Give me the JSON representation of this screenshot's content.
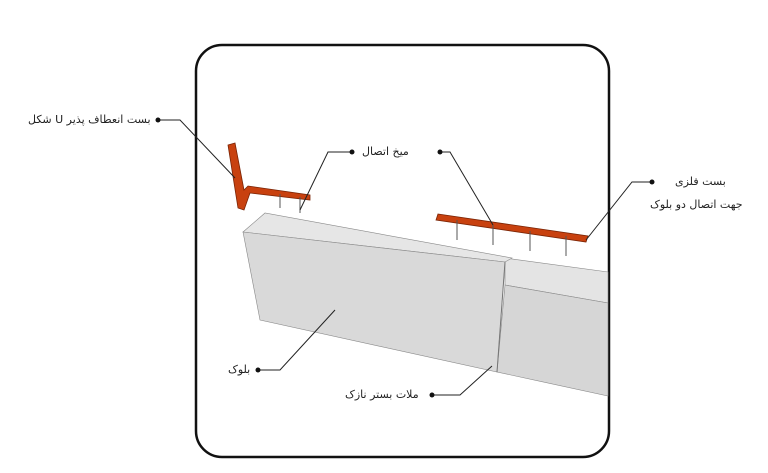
{
  "labels": {
    "u_clamp": "بست انعطاف پذیر U شکل",
    "nail": "میخ اتصال",
    "metal_clamp_line1": "بست فلزی",
    "metal_clamp_line2": "جهت اتصال دو بلوک",
    "block": "بلوک",
    "mortar": "ملات بستر نازک"
  },
  "colors": {
    "clamp": "#c8410f",
    "frame": "#111111",
    "block": "#d9d9d9"
  }
}
